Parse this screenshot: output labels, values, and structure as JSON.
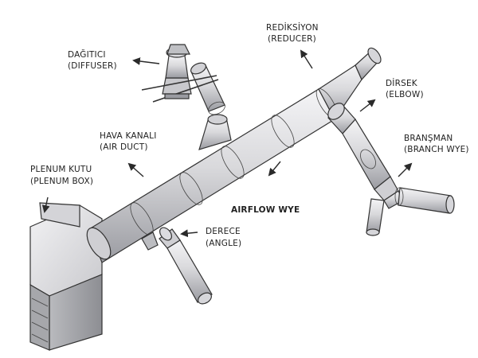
{
  "labels": {
    "diffuser": {
      "tr": "DAĞITICI",
      "en": "(DIFFUSER)"
    },
    "reducer": {
      "tr": "REDİKSİYON",
      "en": "(REDUCER)"
    },
    "elbow": {
      "tr": "DİRSEK",
      "en": "(ELBOW)"
    },
    "air_duct": {
      "tr": "HAVA KANALI",
      "en": "(AIR DUCT)"
    },
    "branch_wye": {
      "tr": "BRANŞMAN",
      "en": "(BRANCH WYE)"
    },
    "plenum_box": {
      "tr": "PLENUM KUTU",
      "en": "(PLENUM BOX)"
    },
    "airflow_wye": {
      "text": "AIRFLOW WYE"
    },
    "angle": {
      "tr": "DERECE",
      "en": "(ANGLE)"
    }
  },
  "colors": {
    "duct_light": "#e9e9ec",
    "duct_mid": "#c4c4c8",
    "duct_dark": "#8f9096",
    "outline": "#333333"
  }
}
